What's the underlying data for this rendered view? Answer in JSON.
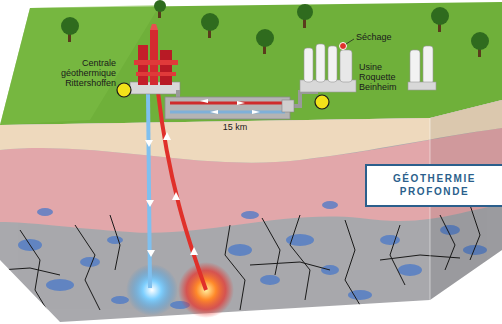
{
  "diagram": {
    "nodes": [
      {
        "text": [
          "GÉOTHERMIE PROFONDE"
        ]
      }
    ],
    "labels": [
      "Centrale géothermique Rittershoffen",
      "Séchage",
      "Usine Roquette Beinheim",
      "15 km"
    ]
  }
}
